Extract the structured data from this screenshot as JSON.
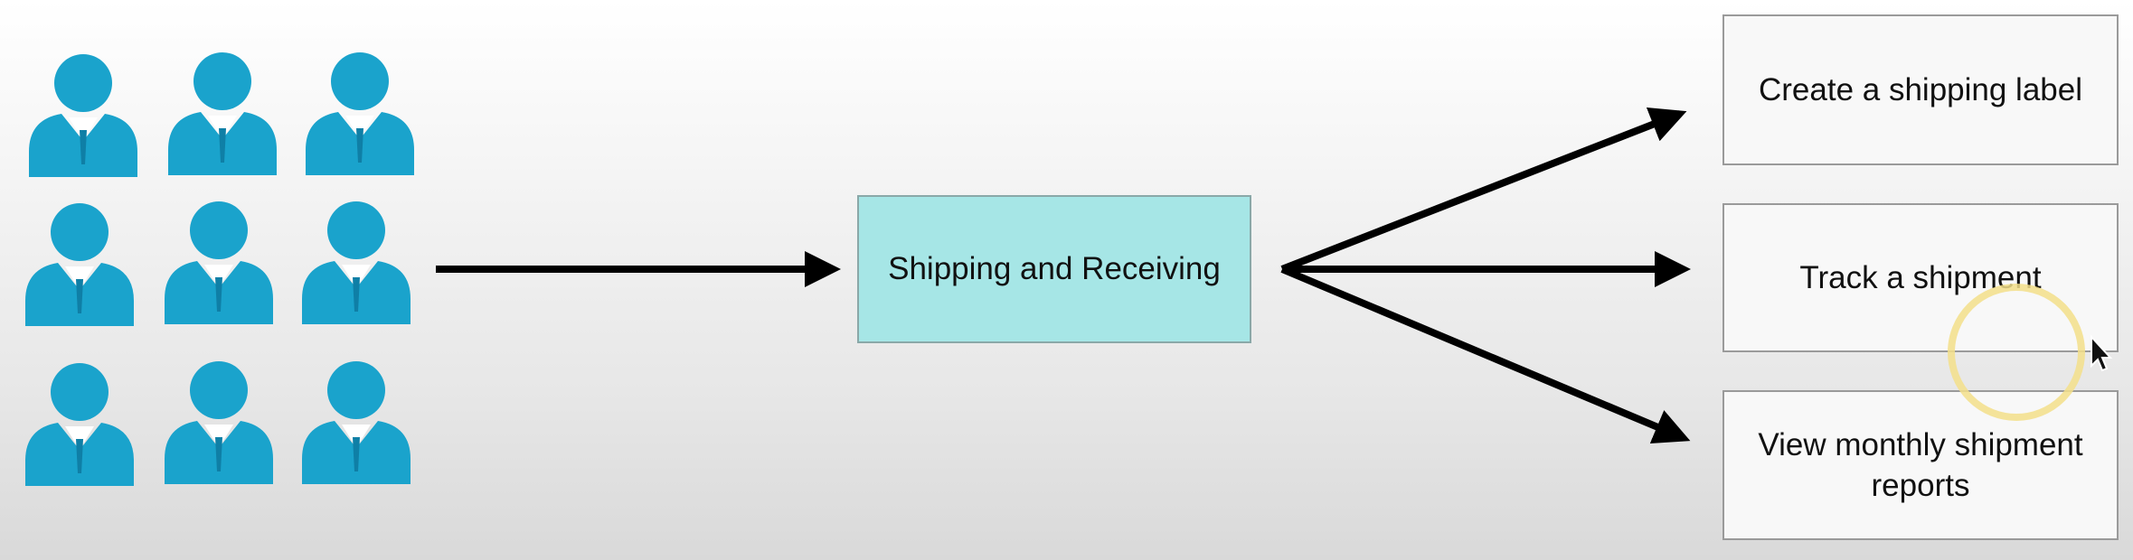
{
  "center": {
    "label": "Shipping and Receiving"
  },
  "options": [
    {
      "label": "Create a shipping label"
    },
    {
      "label": "Track a shipment"
    },
    {
      "label": "View monthly shipment reports"
    }
  ],
  "users": {
    "count": 9
  },
  "colors": {
    "user_icon": "#1aa3cc",
    "user_icon_dark": "#0f7fa6",
    "center_fill": "#a6e6e6",
    "arrow": "#000000",
    "cursor_highlight": "#f3df8a"
  }
}
